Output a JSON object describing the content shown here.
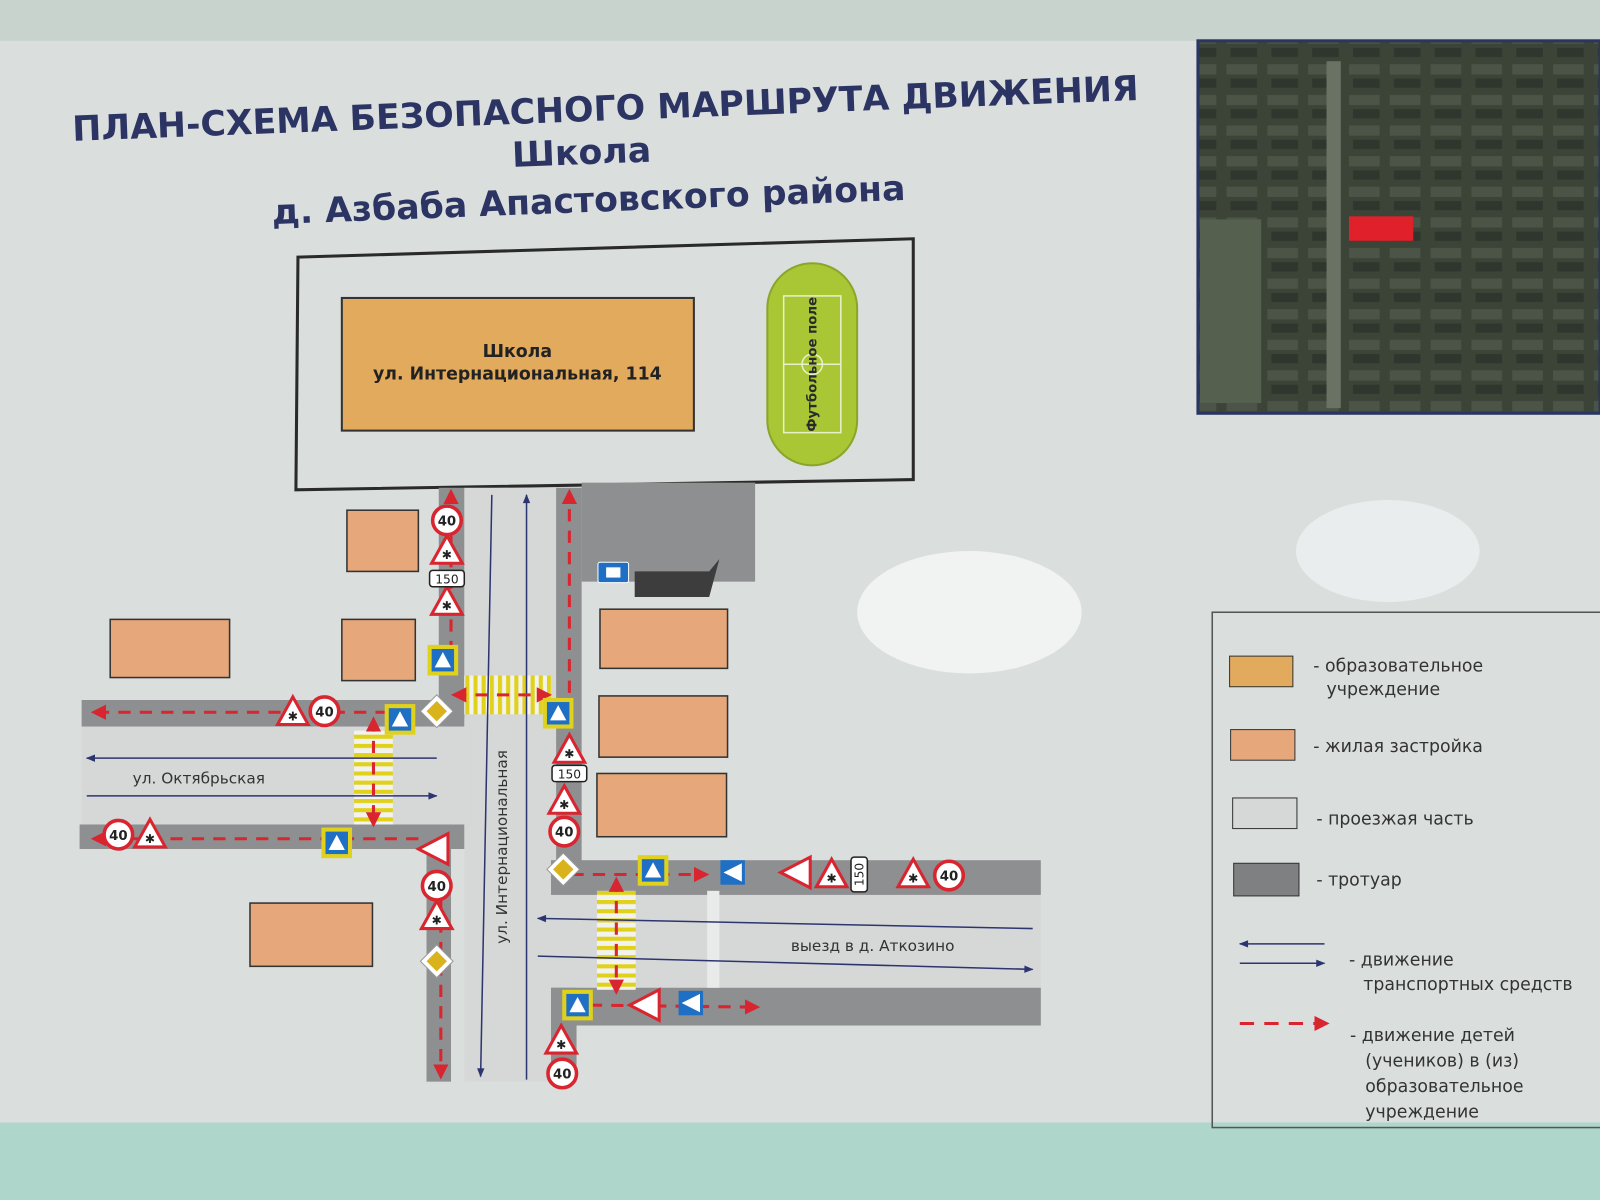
{
  "title": {
    "line1": "ПЛАН-СХЕМА БЕЗОПАСНОГО МАРШРУТА ДВИЖЕНИЯ",
    "line2": "Школа",
    "line3": "д. Азбаба Апастовского района"
  },
  "school": {
    "name": "Школа",
    "address": "ул. Интернациональная, 114"
  },
  "football_field": "Футбольное поле",
  "streets": {
    "oktyabrskaya": "ул. Октябрьская",
    "internatsionalnaya": "ул. Интернациональная",
    "exit": "выезд в д. Аткозино"
  },
  "signs": {
    "speed_limit": "40",
    "distance_plate": "150"
  },
  "legend": {
    "items": [
      {
        "label1": "- образовательное",
        "label2": "учреждение",
        "color": "#e2aa5c"
      },
      {
        "label1": "- жилая застройка",
        "color": "#e6a77a"
      },
      {
        "label1": "- проезжая часть",
        "color": "#d6d8d8"
      },
      {
        "label1": "- тротуар",
        "color": "#8a8b8c"
      },
      {
        "label1": "- движение",
        "label2": "транспортных средств"
      },
      {
        "label1": "- движение детей",
        "label2": "(учеников) в (из)",
        "label3": "образовательное",
        "label4": "учреждение"
      }
    ]
  },
  "colors": {
    "title": "#2b3462",
    "route": "#d9252f",
    "traffic": "#2d3570",
    "crosswalk": "#e0d21c"
  }
}
